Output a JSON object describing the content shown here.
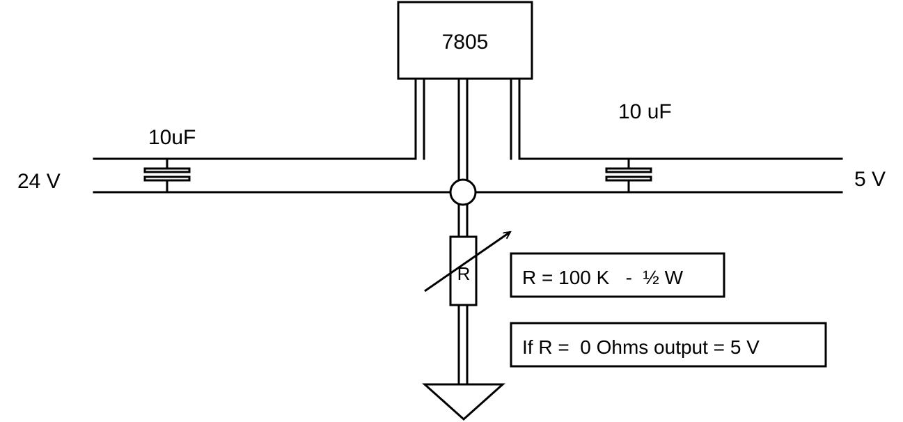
{
  "regulator": {
    "label": "7805"
  },
  "input": {
    "voltage_label": "24 V",
    "capacitor_label": "10uF"
  },
  "output": {
    "voltage_label": "5 V",
    "capacitor_label": "10 uF"
  },
  "resistor": {
    "label": "R"
  },
  "notes": {
    "resistor_spec": "R = 100 K   -  ½ W",
    "zero_ohm_note": "If R =  0 Ohms output = 5 V"
  },
  "colors": {
    "stroke": "#000000",
    "background": "#ffffff"
  }
}
